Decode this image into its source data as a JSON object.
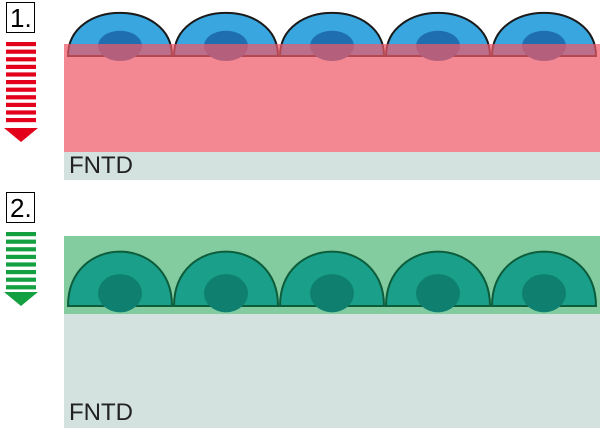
{
  "panels": [
    {
      "step_label": "1.",
      "detector_label": "FNTD",
      "arrow_color": "#e3001b",
      "cell_fill": "#39a6e0",
      "cell_stroke": "#1a1a1a",
      "nucleus_fill": "#1f6fb0",
      "overlay_fill": "#ee5a6a",
      "detector_fill": "#d3e2de"
    },
    {
      "step_label": "2.",
      "detector_label": "FNTD",
      "arrow_color": "#14a040",
      "cell_fill": "#1aa08a",
      "cell_stroke": "#0d5c3a",
      "nucleus_fill": "#0f8070",
      "overlay_fill": "#82cca0",
      "detector_fill": "#d3e2de"
    }
  ]
}
